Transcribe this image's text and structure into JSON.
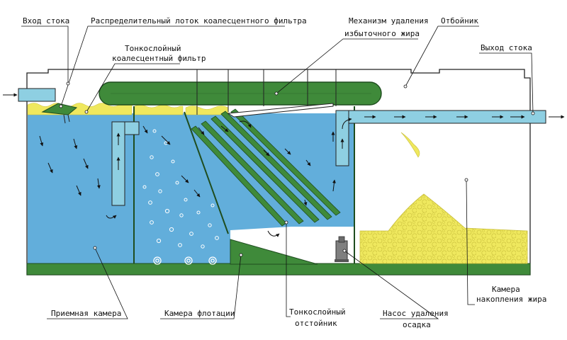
{
  "labels": {
    "inlet": "Вход стока",
    "distribution_tray": "Распределительный лоток коалесцентного фильтра",
    "coalescent_filter": [
      "Тонкослойный",
      "коалесцентный фильтр"
    ],
    "fat_removal": [
      "Механизм удаления",
      "избыточного жира"
    ],
    "deflector": "Отбойник",
    "outlet": "Выход стока",
    "receiving_chamber": "Приемная камера",
    "flotation_chamber": "Камера флотации",
    "settler": [
      "Тонкослойный",
      "отстойник"
    ],
    "sludge_pump": [
      "Насос удаления",
      "осадка"
    ],
    "fat_chamber": [
      "Камера",
      "накопления жира"
    ]
  },
  "colors": {
    "water": "#62aedb",
    "pipe": "#8ecfe2",
    "green": "#3f8a3a",
    "fat": "#efe85e",
    "bubble": "#ffffff"
  }
}
